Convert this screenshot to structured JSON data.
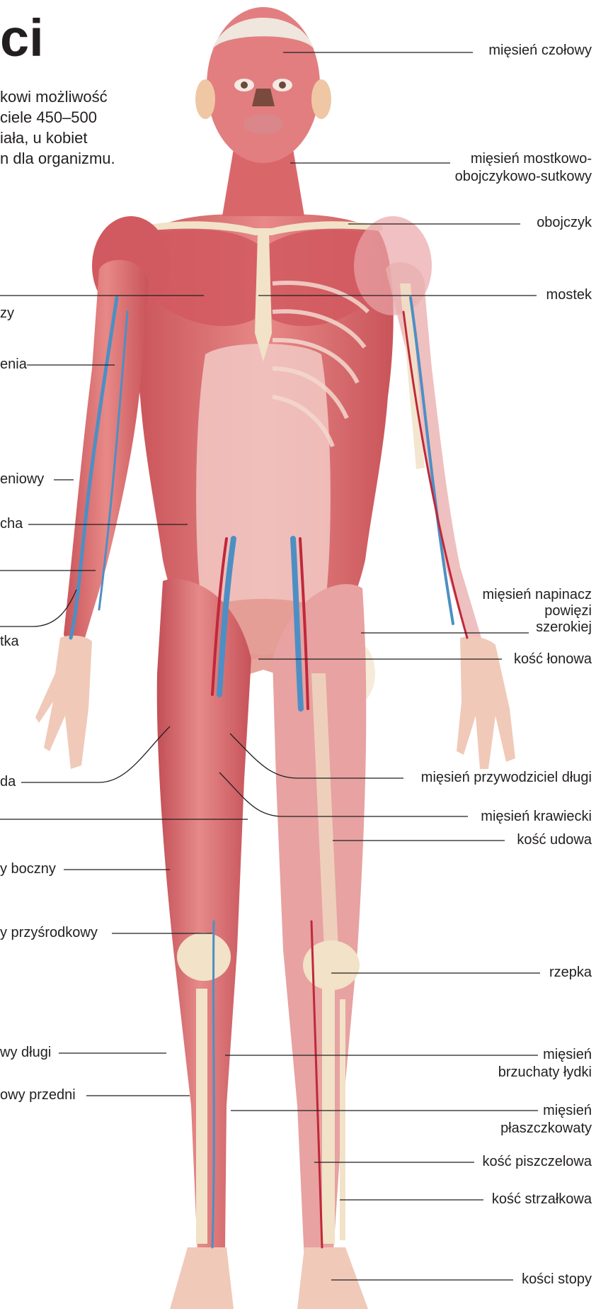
{
  "title": "ci",
  "intro": [
    "kowi możliwość",
    "ciele 450–500",
    "iała, u kobiet",
    "n dla organizmu."
  ],
  "labels_right": [
    {
      "id": "frontalis",
      "lines": [
        "mięsień czołowy"
      ]
    },
    {
      "id": "scm",
      "lines": [
        "mięsień mostkowo-",
        "obojczykowo-sutkowy"
      ]
    },
    {
      "id": "clavicle",
      "lines": [
        "obojczyk"
      ]
    },
    {
      "id": "sternum",
      "lines": [
        "mostek"
      ]
    },
    {
      "id": "tfl",
      "lines": [
        "mięsień napinacz",
        "powięzi",
        "szerokiej"
      ]
    },
    {
      "id": "pubis",
      "lines": [
        "kość łonowa"
      ]
    },
    {
      "id": "adductor",
      "lines": [
        "mięsień przywodziciel długi"
      ]
    },
    {
      "id": "sartorius",
      "lines": [
        "mięsień krawiecki"
      ]
    },
    {
      "id": "femur",
      "lines": [
        "kość udowa"
      ]
    },
    {
      "id": "patella",
      "lines": [
        "rzepka"
      ]
    },
    {
      "id": "gastrocnemius",
      "lines": [
        "mięsień",
        "brzuchaty łydki"
      ]
    },
    {
      "id": "soleus",
      "lines": [
        "mięsień",
        "płaszczkowaty"
      ]
    },
    {
      "id": "tibia",
      "lines": [
        "kość piszczelowa"
      ]
    },
    {
      "id": "fibula",
      "lines": [
        "kość strzałkowa"
      ]
    },
    {
      "id": "foot",
      "lines": [
        "kości stopy"
      ]
    }
  ],
  "labels_left": [
    {
      "id": "l1",
      "lines": [
        "zy"
      ]
    },
    {
      "id": "l2",
      "lines": [
        "enia"
      ]
    },
    {
      "id": "l3",
      "lines": [
        "eniowy"
      ]
    },
    {
      "id": "l4",
      "lines": [
        "cha"
      ]
    },
    {
      "id": "l5",
      "lines": [
        "tka"
      ]
    },
    {
      "id": "l6",
      "lines": [
        "da"
      ]
    },
    {
      "id": "l7",
      "lines": [
        "y boczny"
      ]
    },
    {
      "id": "l8",
      "lines": [
        "y przyśrodkowy"
      ]
    },
    {
      "id": "l9",
      "lines": [
        "wy długi"
      ]
    },
    {
      "id": "l10",
      "lines": [
        "owy przedni"
      ]
    }
  ],
  "colors": {
    "muscle": "#d9676a",
    "muscle_light": "#ec9d9c",
    "muscle_dark": "#b84650",
    "bone": "#f1e2c8",
    "vein": "#4d8fc4",
    "artery": "#c0283a",
    "leader": "#231f20"
  }
}
